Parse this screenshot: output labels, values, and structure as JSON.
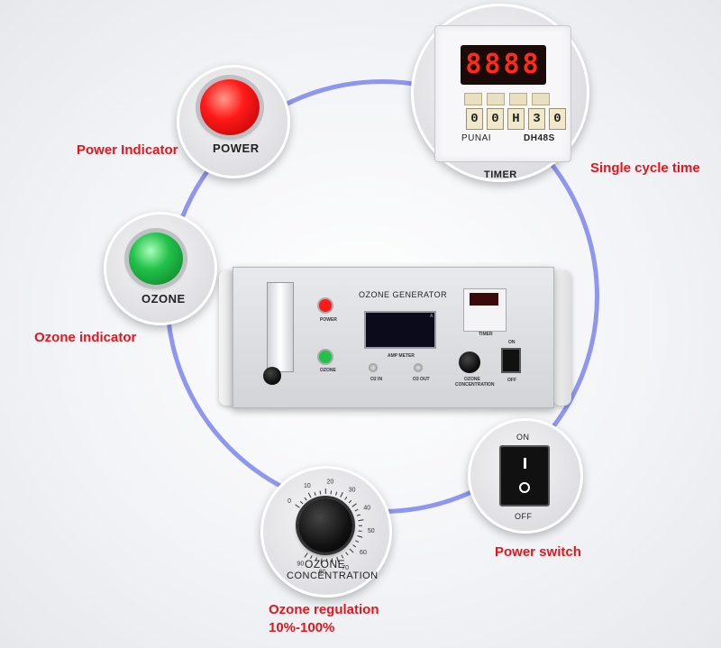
{
  "callouts": {
    "power_indicator": "Power Indicator",
    "single_cycle_time": "Single cycle time",
    "ozone_indicator": "Ozone indicator",
    "power_switch": "Power switch",
    "ozone_regulation": "Ozone regulation",
    "ozone_regulation_range": "10%-100%"
  },
  "panel_labels": {
    "power": "POWER",
    "timer": "TIMER",
    "ozone": "OZONE",
    "on": "ON",
    "off": "OFF",
    "ozone_concentration_line1": "OZONE",
    "ozone_concentration_line2": "CONCENTRATION"
  },
  "timer": {
    "display": "8888",
    "dials": [
      "0",
      "0",
      "H",
      "3",
      "0"
    ],
    "brand": "PUNAI",
    "model": "DH48S"
  },
  "device": {
    "title": "OZONE GENERATOR",
    "power_label": "POWER",
    "ozone_label": "OZONE",
    "amp_meter_label": "AMP METER",
    "unit_label": "A",
    "o2_in_label": "O2 IN",
    "o3_out_label": "O3 OUT",
    "concentration_line1": "OZONE",
    "concentration_line2": "CONCENTRATION",
    "timer_label": "TIMER",
    "on_label": "ON",
    "off_label": "OFF"
  },
  "dial_scale": [
    "0",
    "10",
    "20",
    "30",
    "40",
    "50",
    "60",
    "70",
    "80",
    "90"
  ],
  "colors": {
    "ring": "#8e96ef",
    "callout_text": "#e8141b",
    "power_lamp": "#ff1a1a",
    "ozone_lamp": "#22c14a",
    "timer_digits": "#ff2a1a"
  }
}
